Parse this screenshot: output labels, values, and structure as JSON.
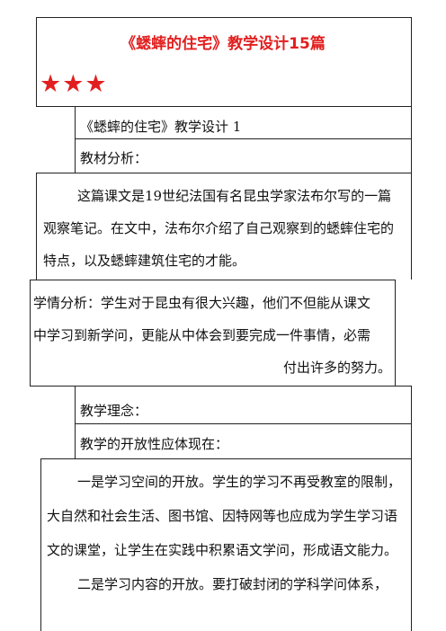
{
  "header": {
    "title": "《蟋蟀的住宅》教学设计15篇",
    "rating": "★★★"
  },
  "section": {
    "subtitle": "《蟋蟀的住宅》教学设计 1",
    "material_heading": "教材分析：",
    "material_lines": [
      "这篇课文是19世纪法国有名昆虫学家法布尔写的一篇",
      "观察笔记。在文中，法布尔介绍了自己观察到的蟋蟀住宅的",
      "特点，以及蟋蟀建筑住宅的才能。"
    ],
    "student_lines": [
      "学情分析：学生对于昆虫有很大兴趣，他们不但能从课文",
      "中学习到新学问，更能从中体会到要完成一件事情，必需",
      "付出许多的努力。"
    ],
    "concept_heading": "教学理念：",
    "openness_heading": "教学的开放性应体现在：",
    "openness_lines": [
      "一是学习空间的开放。学生的学习不再受教室的限制，",
      "大自然和社会生活、图书馆、因特网等也应成为学生学习语",
      "文的课堂，让学生在实践中积累语文学问，形成语文能力。",
      "二是学习内容的开放。要打破封闭的学科学问体系，"
    ]
  }
}
